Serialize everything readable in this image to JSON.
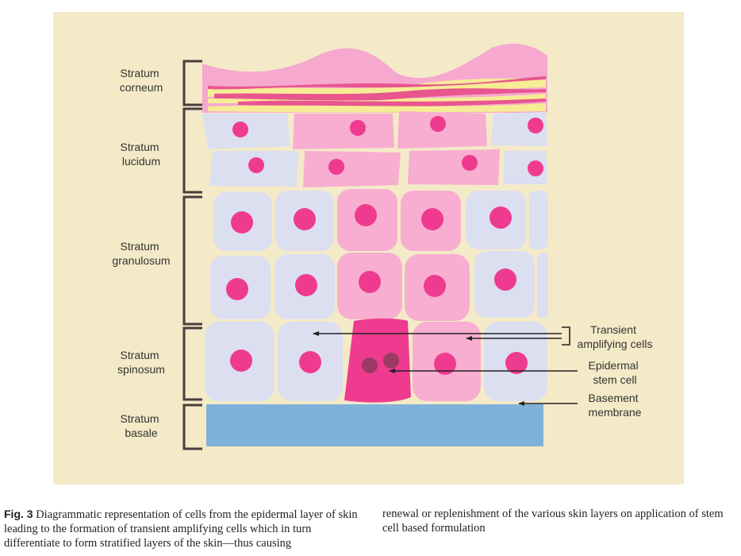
{
  "figure": {
    "layer_labels": {
      "corneum": [
        "Stratum",
        "corneum"
      ],
      "lucidum": [
        "Stratum",
        "lucidum"
      ],
      "granulosum": [
        "Stratum",
        "granulosum"
      ],
      "spinosum": [
        "Stratum",
        "spinosum"
      ],
      "basale": [
        "Stratum",
        "basale"
      ]
    },
    "callouts": {
      "transient": [
        "Transient",
        "amplifying cells"
      ],
      "stem": [
        "Epidermal",
        "stem cell"
      ],
      "basement": [
        "Basement",
        "membrane"
      ]
    }
  },
  "caption": {
    "number": "Fig. 3",
    "left_text": "Diagrammatic representation of cells from the epidermal layer of skin leading to the formation of transient amplifying cells which in turn differentiate to form stratified layers of the skin—thus causing",
    "right_text": "renewal or replenishment of the various skin layers on application of stem cell based formulation"
  },
  "colors": {
    "panel_background": "#f4eac8",
    "cell_lavender": "#dcdff0",
    "cell_pink": "#f8aed0",
    "nucleus": "#ee3b8f",
    "stem_cell": "#ee3b8f",
    "stem_nucleus": "#9b3b63",
    "basement_membrane": "#80b1d8",
    "bracket": "#4a3d3f"
  }
}
